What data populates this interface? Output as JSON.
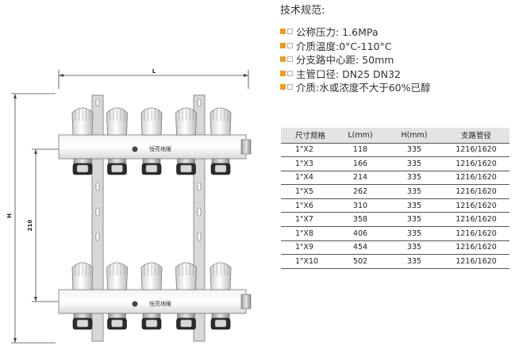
{
  "drawing": {
    "label_l": "L",
    "label_h": "H",
    "label_210": "210",
    "brand_text": "恒亮地暖",
    "outlets_per_bar": 5
  },
  "spec": {
    "title": "技术规范:",
    "items": [
      "公称压力: 1.6MPa",
      "介质温度:0°C-110°C",
      "分支路中心距: 50mm",
      "主管口径: DN25 DN32",
      "介质:水或浓度不大于60%已醇"
    ]
  },
  "table": {
    "headers": [
      "尺寸规格",
      "L(mm)",
      "H(mm)",
      "支路管径"
    ],
    "rows": [
      [
        "1\"X2",
        "118",
        "335",
        "1216/1620"
      ],
      [
        "1\"X3",
        "166",
        "335",
        "1216/1620"
      ],
      [
        "1\"X4",
        "214",
        "335",
        "1216/1620"
      ],
      [
        "1\"X5",
        "262",
        "335",
        "1216/1620"
      ],
      [
        "1\"X6",
        "310",
        "335",
        "1216/1620"
      ],
      [
        "1\"X7",
        "358",
        "335",
        "1216/1620"
      ],
      [
        "1\"X8",
        "406",
        "335",
        "1216/1620"
      ],
      [
        "1\"X9",
        "454",
        "335",
        "1216/1620"
      ],
      [
        "1\"X10",
        "502",
        "335",
        "1216/1620"
      ]
    ]
  },
  "colors": {
    "accent": "#f29a1c",
    "header_bg": "#e3e3e3"
  }
}
